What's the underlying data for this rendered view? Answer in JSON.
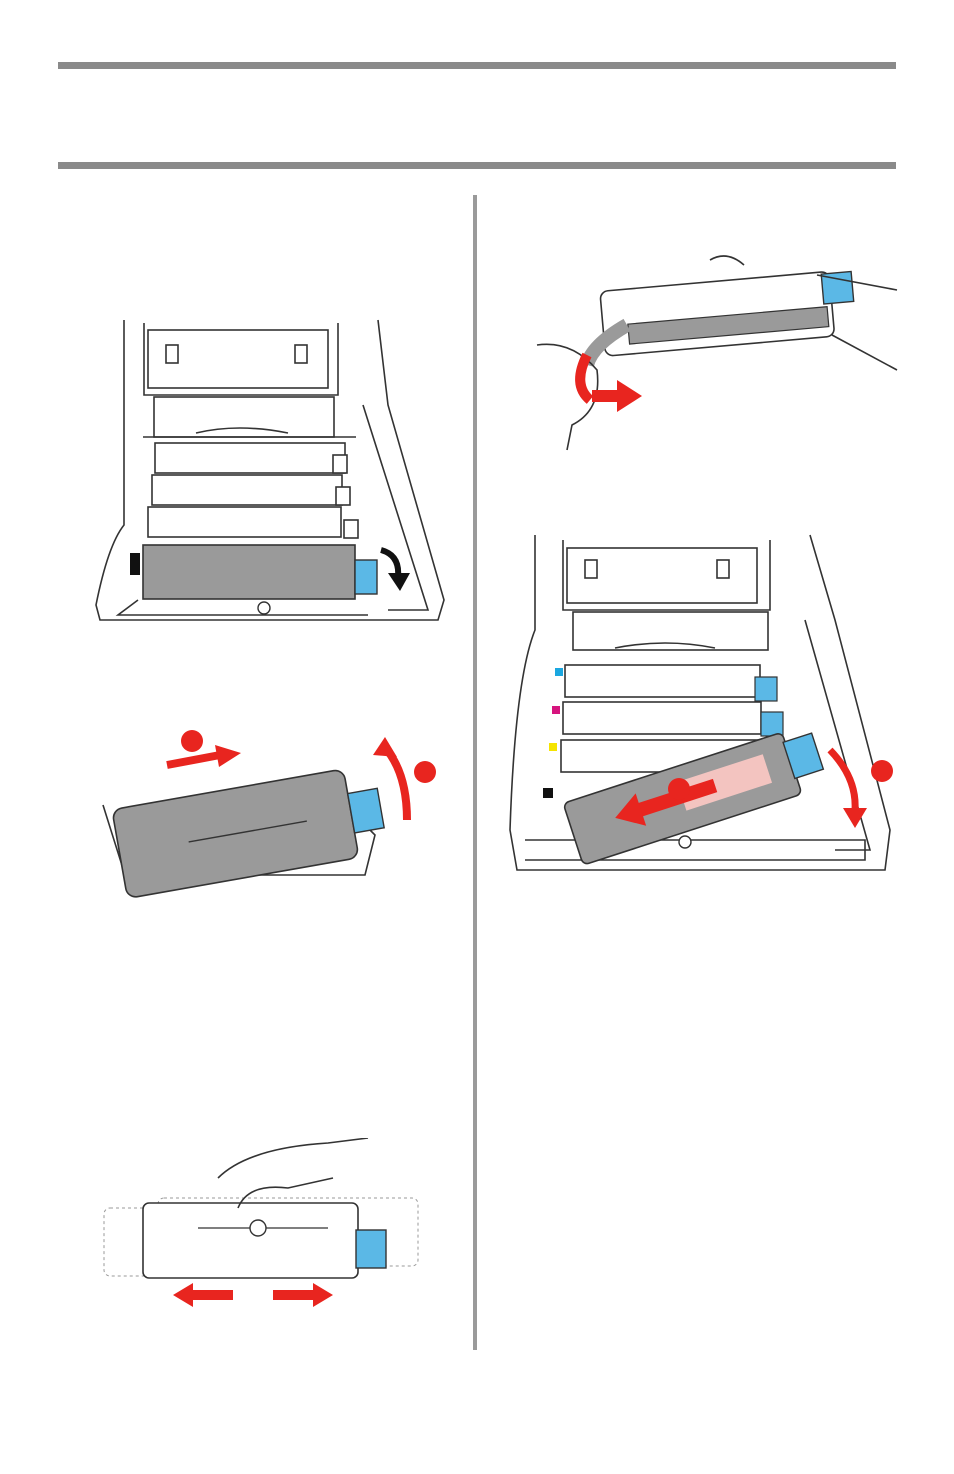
{
  "page": {
    "colors": {
      "rule": "#8a8a8a",
      "toner_blue": "#5bb8e6",
      "drum_grey": "#9a9a9a",
      "arrow_red": "#e8251f",
      "cyan_marker": "#1aa7e0",
      "magenta_marker": "#d6147e",
      "yellow_marker": "#f5e400",
      "black_marker": "#111111"
    },
    "figures": [
      {
        "id": "fig-open-printer-remove-drum",
        "icon": "printer-open-drum-release-illustration"
      },
      {
        "id": "fig-lift-drum-cartridge",
        "icon": "drum-lift-arrows-illustration"
      },
      {
        "id": "fig-shake-toner-cartridge",
        "icon": "toner-shake-illustration"
      },
      {
        "id": "fig-peel-protective-tape",
        "icon": "tape-peel-illustration"
      },
      {
        "id": "fig-insert-drum-into-printer",
        "icon": "drum-insert-illustration"
      }
    ]
  }
}
